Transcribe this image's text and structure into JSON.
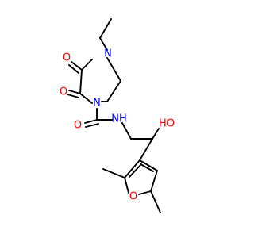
{
  "diagram": {
    "type": "chemical-structure",
    "atom_colors": {
      "O": "#ff0000",
      "N": "#0000ff",
      "C": "#000000"
    },
    "atoms": {
      "o_ketone_upper": "O",
      "o_ketone_lower": "O",
      "n_ring_top": "N",
      "n_ring_bottom": "N",
      "o_amide": "O",
      "n_amide": "NH",
      "o_hydroxyl": "HO",
      "o_furan": "O"
    }
  }
}
